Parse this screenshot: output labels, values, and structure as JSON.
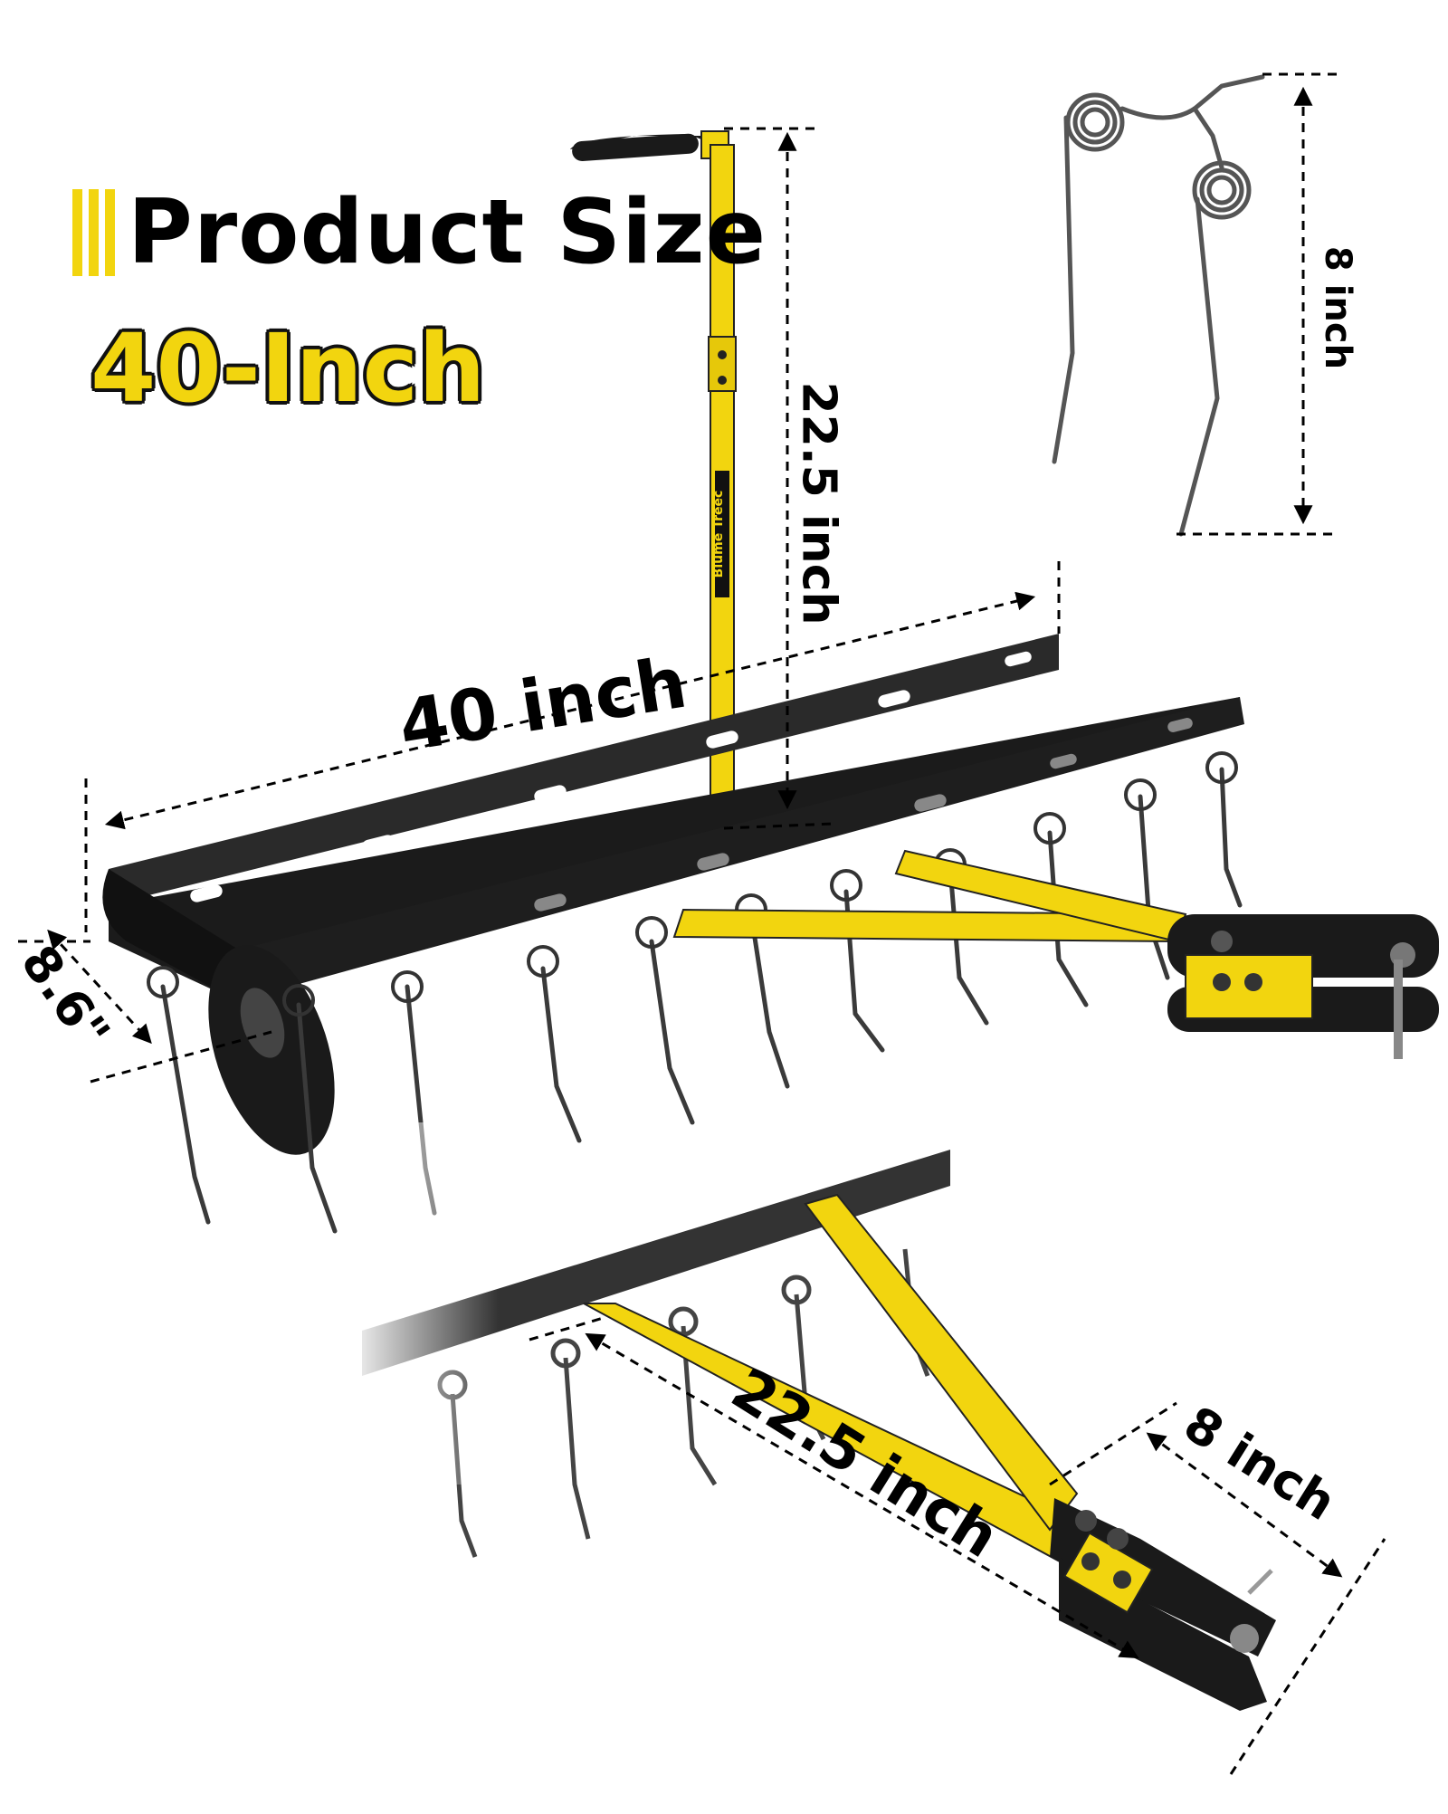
{
  "heading": {
    "title": "Product Size",
    "subtitle": "40-Inch"
  },
  "product": {
    "brand_logo_text": "Blume Treec"
  },
  "dimensions": {
    "overall_width": "40 inch",
    "handle_height": "22.5 inch",
    "tine_length": "8 inch",
    "frame_depth": "8.6\"",
    "hitch_plate_length": "8 inch",
    "tongue_length": "22.5 inch"
  },
  "colors": {
    "accent_yellow": "#f2d50f",
    "frame_black": "#1b1b1b",
    "tine_steel": "#4a4a4a"
  }
}
